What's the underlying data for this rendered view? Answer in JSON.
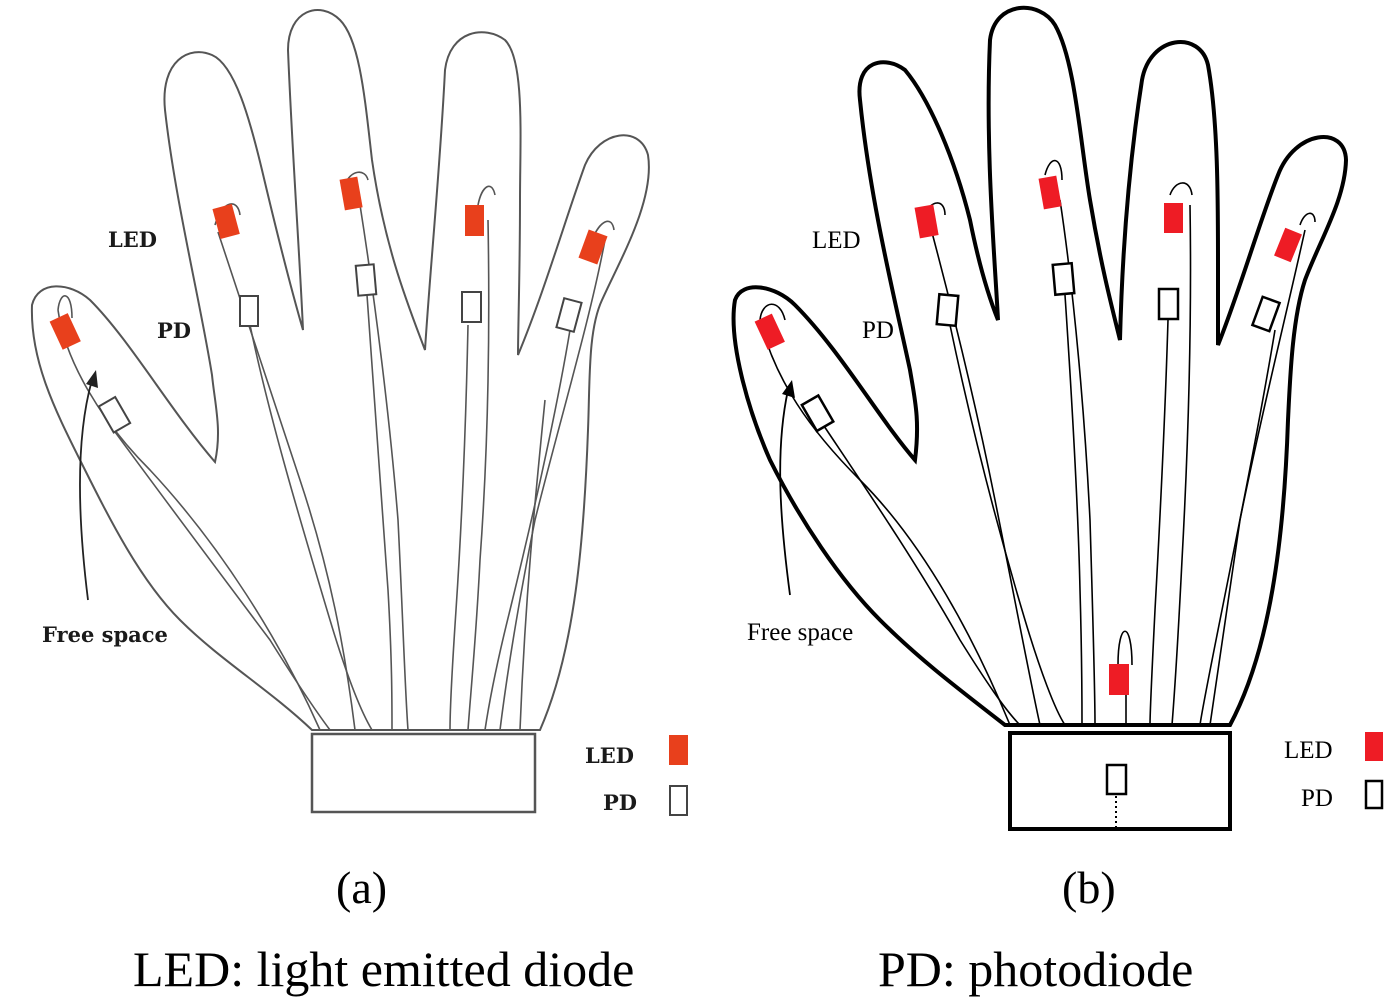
{
  "panel_a": {
    "label_led": "LED",
    "label_pd": "PD",
    "label_free_space": "Free space",
    "legend_led": "LED",
    "legend_pd": "PD",
    "caption": "(a)"
  },
  "panel_b": {
    "label_led": "LED",
    "label_pd": "PD",
    "label_free_space": "Free space",
    "legend_led": "LED",
    "legend_pd": "PD",
    "caption": "(b)"
  },
  "footnote": {
    "led_definition": "LED: light emitted diode",
    "pd_definition": "PD: photodiode"
  },
  "colors": {
    "led_a": "#e8401c",
    "led_b": "#ee1c25",
    "outline_a": "#555555",
    "outline_b": "#000000"
  }
}
